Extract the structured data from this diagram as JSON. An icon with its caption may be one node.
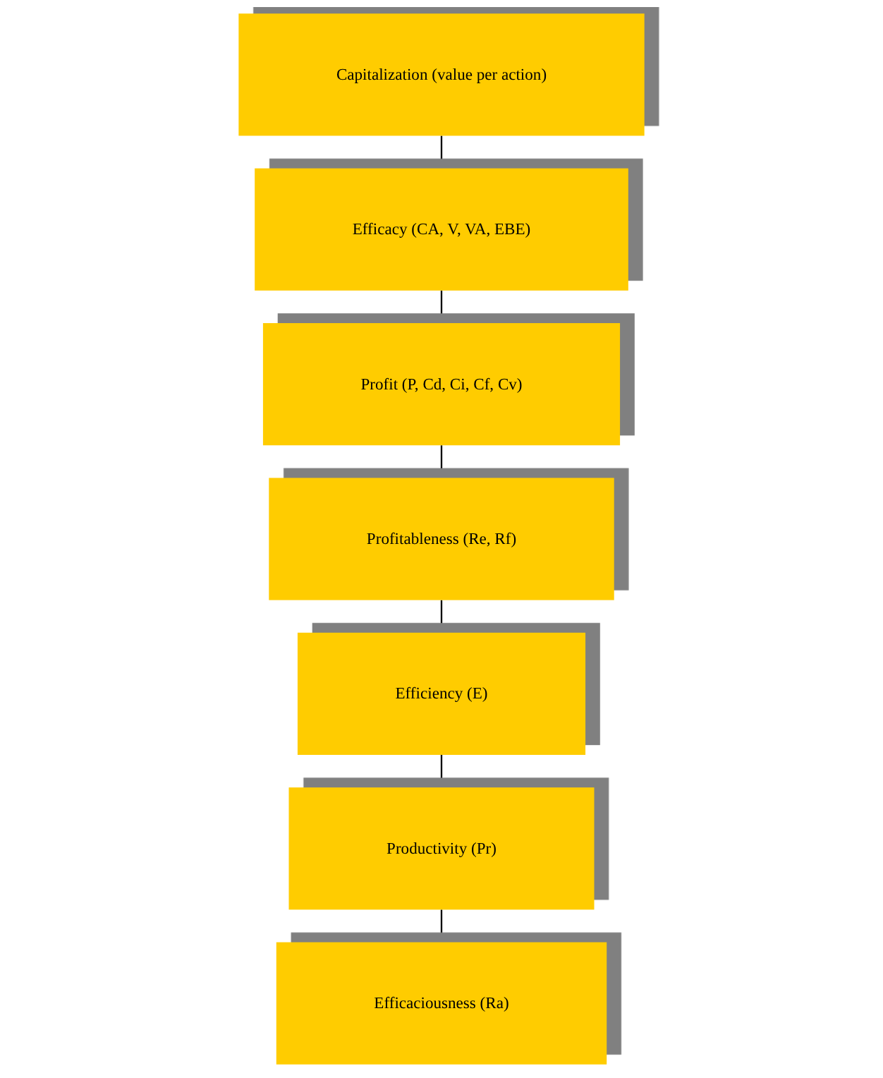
{
  "diagram": {
    "nodes": [
      {
        "text": [
          "Capitalization (value per action)"
        ]
      },
      {
        "text": [
          "Efficacy (CA, V, VA, EBE)"
        ]
      },
      {
        "text": [
          "Profit (P, Cd, Ci, Cf, Cv)"
        ]
      },
      {
        "text": [
          "Profitableness (Re, Rf)"
        ]
      },
      {
        "text": [
          "Efficiency (E)"
        ]
      },
      {
        "text": [
          "Productivity (Pr)"
        ]
      },
      {
        "text": [
          "Efficaciousness (Ra)"
        ]
      }
    ],
    "edges": [
      {
        "from": 0,
        "to": 1,
        "arrow": "none"
      },
      {
        "from": 1,
        "to": 2,
        "arrow": "none"
      },
      {
        "from": 2,
        "to": 3,
        "arrow": "none"
      },
      {
        "from": 3,
        "to": 4,
        "arrow": "none"
      },
      {
        "from": 4,
        "to": 5,
        "arrow": "none"
      },
      {
        "from": 5,
        "to": 6,
        "arrow": "none"
      }
    ]
  }
}
